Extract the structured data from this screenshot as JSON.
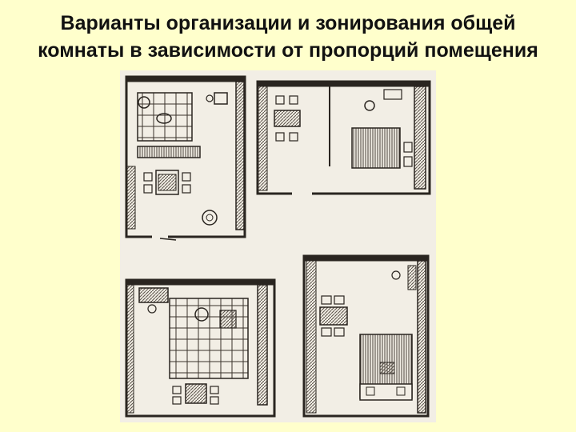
{
  "slide": {
    "title_line1": "Варианты организации и зонирования общей",
    "title_line2": "комнаты в зависимости от пропорций помещения"
  },
  "figure": {
    "description": "",
    "plans": [
      "plan-top-left",
      "plan-top-right",
      "plan-bottom-left",
      "plan-bottom-right"
    ]
  },
  "colors": {
    "background": "#FFFFCC",
    "paper": "#F2EEE5",
    "ink": "#2A2520",
    "hatch": "#5A524A"
  }
}
